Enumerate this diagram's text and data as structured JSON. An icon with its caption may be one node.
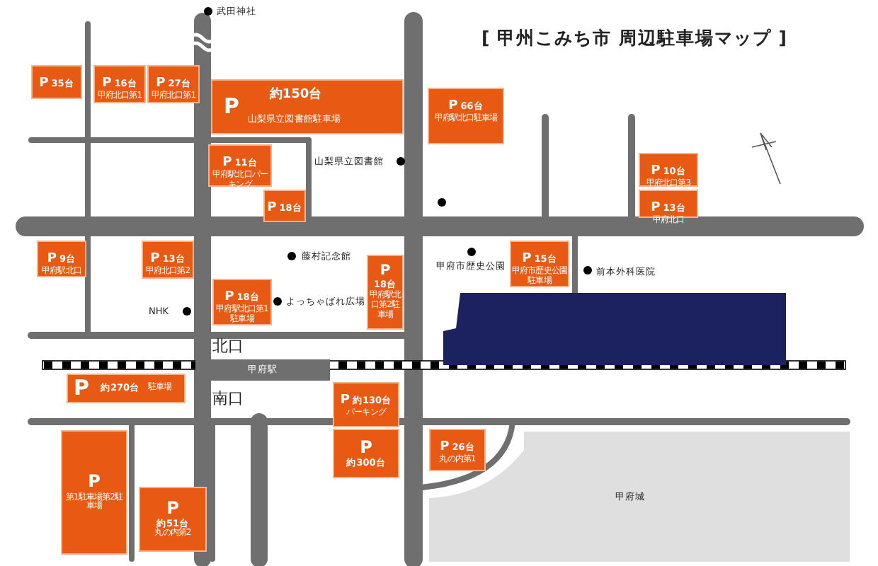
{
  "diagram": {
    "title": "[ 甲州こみち市 周辺駐車場マップ ]",
    "nodes": [
      {
        "text": [
          "P",
          "35台"
        ]
      },
      {
        "text": [
          "P",
          "16台",
          "甲府北口第1"
        ]
      },
      {
        "text": [
          "P",
          "27台",
          "甲府北口第1"
        ]
      },
      {
        "text": [
          "P",
          "約150台",
          "山梨県立図書館駐車場"
        ]
      },
      {
        "text": [
          "P",
          "66台",
          "甲府駅北口駐車場"
        ]
      },
      {
        "text": [
          "P",
          "11台",
          "甲府駅北口パーキング"
        ]
      },
      {
        "text": [
          "P",
          "18台"
        ]
      },
      {
        "text": [
          "P",
          "10台",
          "甲府北口第3"
        ]
      },
      {
        "text": [
          "P",
          "13台",
          "甲府北口"
        ]
      },
      {
        "text": [
          "P",
          "9台",
          "甲府駅北口"
        ]
      },
      {
        "text": [
          "P",
          "13台",
          "甲府北口第2"
        ]
      },
      {
        "text": [
          "P",
          "18台",
          "甲府駅北口第1駐車場"
        ]
      },
      {
        "text": [
          "P",
          "18台",
          "甲府駅北口第2駐車場"
        ]
      },
      {
        "text": [
          "P",
          "15台",
          "甲府市歴史公園駐車場"
        ]
      },
      {
        "text": [
          "P",
          "約270台",
          "駐車場"
        ]
      },
      {
        "text": [
          "P",
          "約130台",
          "パーキング"
        ]
      },
      {
        "text": [
          "P",
          "約300台"
        ]
      },
      {
        "text": [
          "P",
          "26台",
          "丸の内第1"
        ]
      },
      {
        "text": [
          "P",
          "第1駐車場第2駐車場"
        ]
      },
      {
        "text": [
          "P",
          "約51台",
          "丸の内第2"
        ]
      },
      {
        "text": [
          "甲府駅"
        ]
      },
      {
        "text": [
          "甲府城"
        ]
      },
      {
        "text": [],
        "shape": "box"
      }
    ],
    "labels": [
      "武田神社",
      "山梨県立図書館",
      "藤村記念館",
      "甲府市歴史公園",
      "前本外科医院",
      "NHK",
      "よっちゃばれ広場",
      "北口",
      "南口"
    ]
  }
}
